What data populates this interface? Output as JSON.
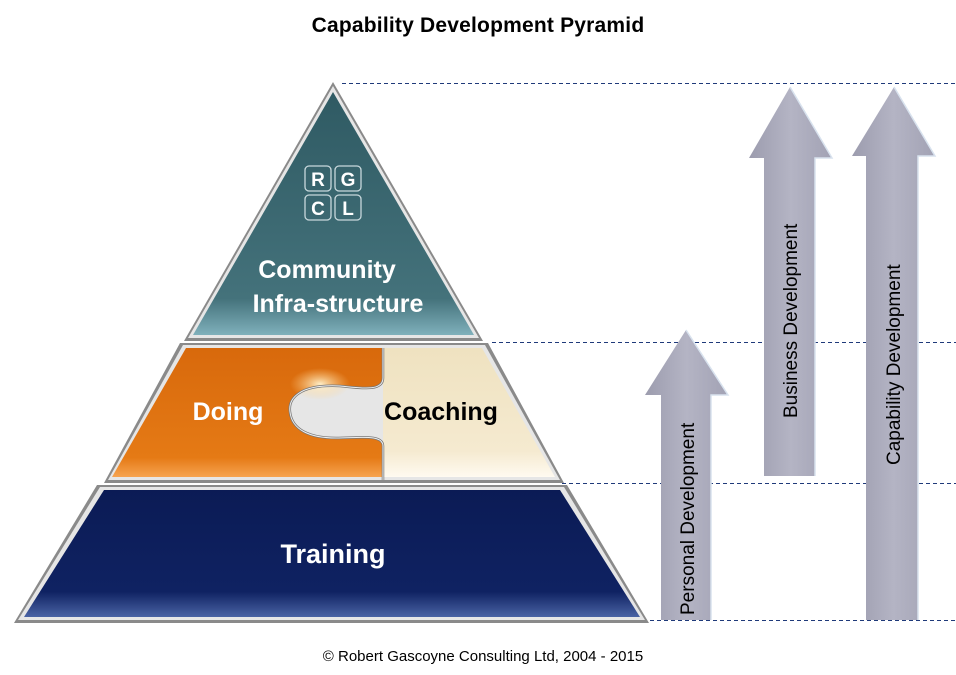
{
  "title": "Capability Development Pyramid",
  "footer": "© Robert Gascoyne Consulting Ltd, 2004 - 2015",
  "logo": {
    "letters": [
      "R",
      "G",
      "C",
      "L"
    ]
  },
  "pyramid": {
    "top": {
      "line1": "Community",
      "line2": "Infra-structure",
      "color": "#3e6a73"
    },
    "middle": {
      "left": {
        "label": "Doing",
        "color": "#e0720f"
      },
      "right": {
        "label": "Coaching",
        "color": "#f3e8cc"
      }
    },
    "bottom": {
      "label": "Training",
      "color": "#0d1f5c"
    }
  },
  "arrows": [
    {
      "label": "Personal Development",
      "spans": "Training to Doing/Coaching"
    },
    {
      "label": "Business Development",
      "spans": "Doing/Coaching to Community Infra-structure"
    },
    {
      "label": "Capability Development",
      "spans": "Training to Community Infra-structure"
    }
  ],
  "colors": {
    "arrow": "#a8a8b8",
    "dashed_line": "#1f3a7a"
  }
}
